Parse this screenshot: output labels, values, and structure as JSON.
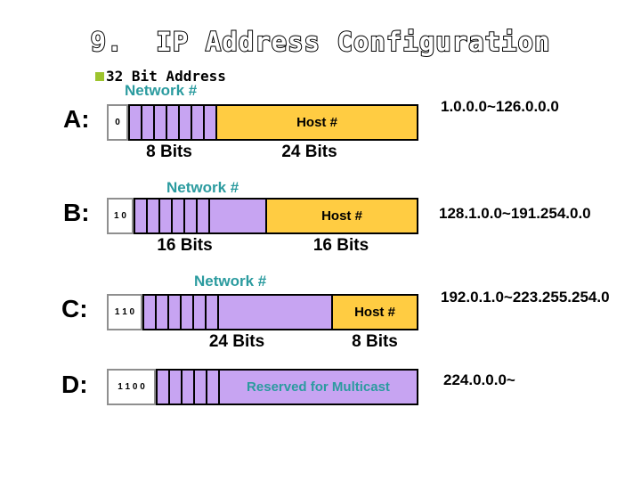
{
  "slide": {
    "title": "9.  IP Address Configuration",
    "bullet_text": "32 Bit Address"
  },
  "rows": [
    {
      "name": "A:",
      "bits": "0",
      "network_label": "Network #",
      "host_label": "Host #",
      "segment_bits_left": "8 Bits",
      "segment_bits_right": "24 Bits",
      "range": "1.0.0.0~126.0.0.0"
    },
    {
      "name": "B:",
      "bits": "1 0",
      "network_label": "Network #",
      "host_label": "Host #",
      "segment_bits_left": "16 Bits",
      "segment_bits_right": "16 Bits",
      "range": "128.1.0.0~191.254.0.0"
    },
    {
      "name": "C:",
      "bits": "1 1 0",
      "network_label": "Network #",
      "host_label": "Host #",
      "segment_bits_left": "24 Bits",
      "segment_bits_right": "8 Bits",
      "range": "192.0.1.0~223.255.254.0"
    },
    {
      "name": "D:",
      "bits": "1 1 0 0",
      "host_label": "Reserved for Multicast",
      "range": "224.0.0.0~"
    }
  ],
  "colors": {
    "network_field_fill": "#C7A4F2",
    "host_field_fill": "#FFCC42",
    "accent_teal": "#2B9B9F",
    "bullet_green": "#9DC42E",
    "title_fill": "#FFFFFF",
    "title_outline": "#000000"
  }
}
